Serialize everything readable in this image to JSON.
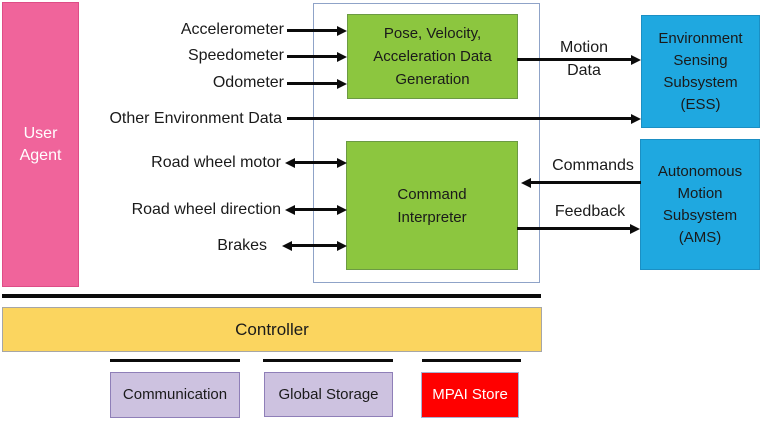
{
  "modules": {
    "user_agent": "User Agent",
    "pva_generation": "Pose, Velocity, Acceleration Data Generation",
    "command_interpreter": "Command Interpreter",
    "ess": "Environment Sensing Subsystem (ESS)",
    "ams": "Autonomous Motion Subsystem (AMS)"
  },
  "device_labels": {
    "accelerometer": "Accelerometer",
    "speedometer": "Speedometer",
    "odometer": "Odometer",
    "other_environment_data": "Other Environment Data",
    "road_wheel_motor": "Road wheel motor",
    "road_wheel_direction": "Road wheel direction",
    "brakes": "Brakes"
  },
  "flow_labels": {
    "motion_data": "Motion Data",
    "commands": "Commands",
    "feedback": "Feedback"
  },
  "infrastructure": {
    "controller": "Controller",
    "communication": "Communication",
    "global_storage": "Global Storage",
    "mpai_store": "MPAI Store"
  },
  "colors": {
    "user_agent_pink": "#F0649B",
    "module_green": "#8CC63F",
    "subsystem_blue": "#1FA8E0",
    "controller_yellow": "#FBD55F",
    "service_purple": "#CDC2E0",
    "mpai_red": "#FF0000",
    "arrow_black": "#0b0b0b",
    "frame_border": "#8FA3C8"
  }
}
